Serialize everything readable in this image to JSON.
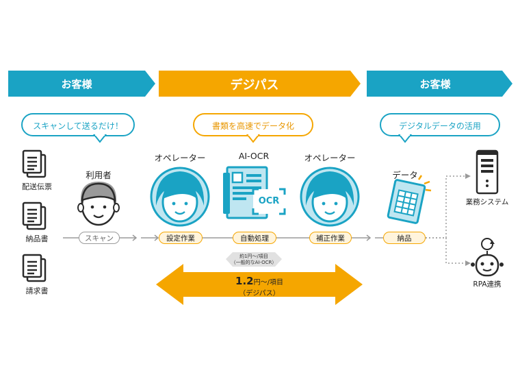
{
  "header": {
    "left": "お客様",
    "center": "デジパス",
    "right": "お客様"
  },
  "bubbles": {
    "left": "スキャンして送るだけ！",
    "center": "書類を高速でデータ化",
    "right": "デジタルデータの活用"
  },
  "documents": [
    "配送伝票",
    "納品書",
    "請求書"
  ],
  "user": {
    "title": "利用者",
    "action": "スキャン"
  },
  "operator1": {
    "title": "オペレーター",
    "action": "設定作業"
  },
  "ocr": {
    "title": "AI-OCR",
    "badge": "OCR",
    "action": "自動処理"
  },
  "operator2": {
    "title": "オペレーター",
    "action": "補正作業"
  },
  "data": {
    "title": "データ",
    "action": "納品"
  },
  "outputs": {
    "system": "業務システム",
    "rpa": "RPA連携"
  },
  "pricing": {
    "general_line1": "約1円～/項目",
    "general_line2": "（一般的なAI-OCR）",
    "digipass_price": "1.2",
    "digipass_unit": "円～/項目",
    "digipass_name": "（デジパス）"
  },
  "colors": {
    "teal": "#1aa3c4",
    "orange": "#f5a600",
    "light_teal": "#bfe6f1",
    "dark": "#2a2a2a"
  },
  "icons": [
    "document-stack-icon",
    "user-face-icon",
    "operator-face-icon",
    "ocr-scanner-icon",
    "spreadsheet-icon",
    "server-icon",
    "robot-icon"
  ]
}
